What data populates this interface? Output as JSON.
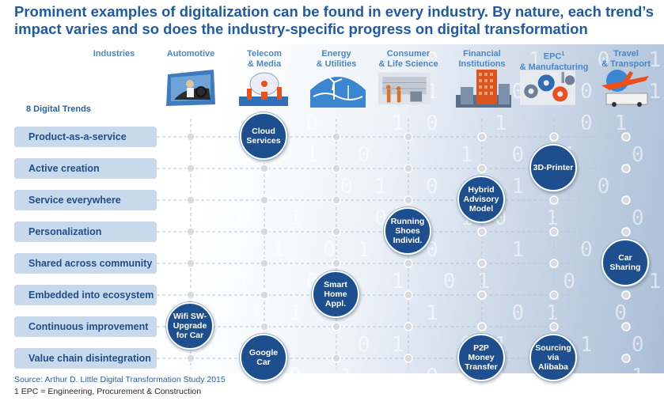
{
  "title": "Prominent examples of digitalization can be found in every industry. By nature, each trend’s impact varies and so does the industry-specific progress on digital transformation",
  "industries_header": "Industries",
  "trends_header": "8 Digital Trends",
  "columns": [
    {
      "line1": "Automotive",
      "line2": "",
      "icon": "car-driver-icon"
    },
    {
      "line1": "Telecom",
      "line2": "& Media",
      "icon": "satellite-dish-icon"
    },
    {
      "line1": "Energy",
      "line2": "& Utilities",
      "icon": "wind-turbine-icon"
    },
    {
      "line1": "Consumer",
      "line2": "& Life Science",
      "icon": "shopping-people-icon"
    },
    {
      "line1": "Financial",
      "line2": "Institutions",
      "icon": "office-building-icon"
    },
    {
      "line1": "EPC",
      "sup": "1",
      "line2": "& Manufacturing",
      "icon": "gears-icon"
    },
    {
      "line1": "Travel",
      "line2": "& Transport",
      "icon": "airplane-icon"
    }
  ],
  "rows": [
    "Product-as-a-service",
    "Active creation",
    "Service everywhere",
    "Personalization",
    "Shared across community",
    "Embedded into ecosystem",
    "Continuous improvement",
    "Value chain disintegration"
  ],
  "cases": [
    {
      "row": 0,
      "col": 1,
      "text": "Cloud Services"
    },
    {
      "row": 1,
      "col": 5,
      "text": "3D-Printer"
    },
    {
      "row": 2,
      "col": 4,
      "text": "Hybrid Advisory Model"
    },
    {
      "row": 3,
      "col": 3,
      "text": "Running Shoes Individ."
    },
    {
      "row": 4,
      "col": 6,
      "text": "Car Sharing"
    },
    {
      "row": 5,
      "col": 2,
      "text": "Smart Home Appl."
    },
    {
      "row": 6,
      "col": 0,
      "text": "Wifi SW-Upgrade for Car"
    },
    {
      "row": 7,
      "col": 1,
      "text": "Google Car"
    },
    {
      "row": 7,
      "col": 4,
      "text": "P2P Money Transfer"
    },
    {
      "row": 7,
      "col": 5,
      "text": "Sourcing via Alibaba"
    }
  ],
  "source": "Source: Arthur D. Little Digital Transformation Study 2015",
  "footnote": "1   EPC = Engineering, Procurement & Construction",
  "colors": {
    "title": "#1f5aa6",
    "header": "#4a86c5",
    "row_bg": "#c8d9eb",
    "circle": "#1d4f8f"
  }
}
